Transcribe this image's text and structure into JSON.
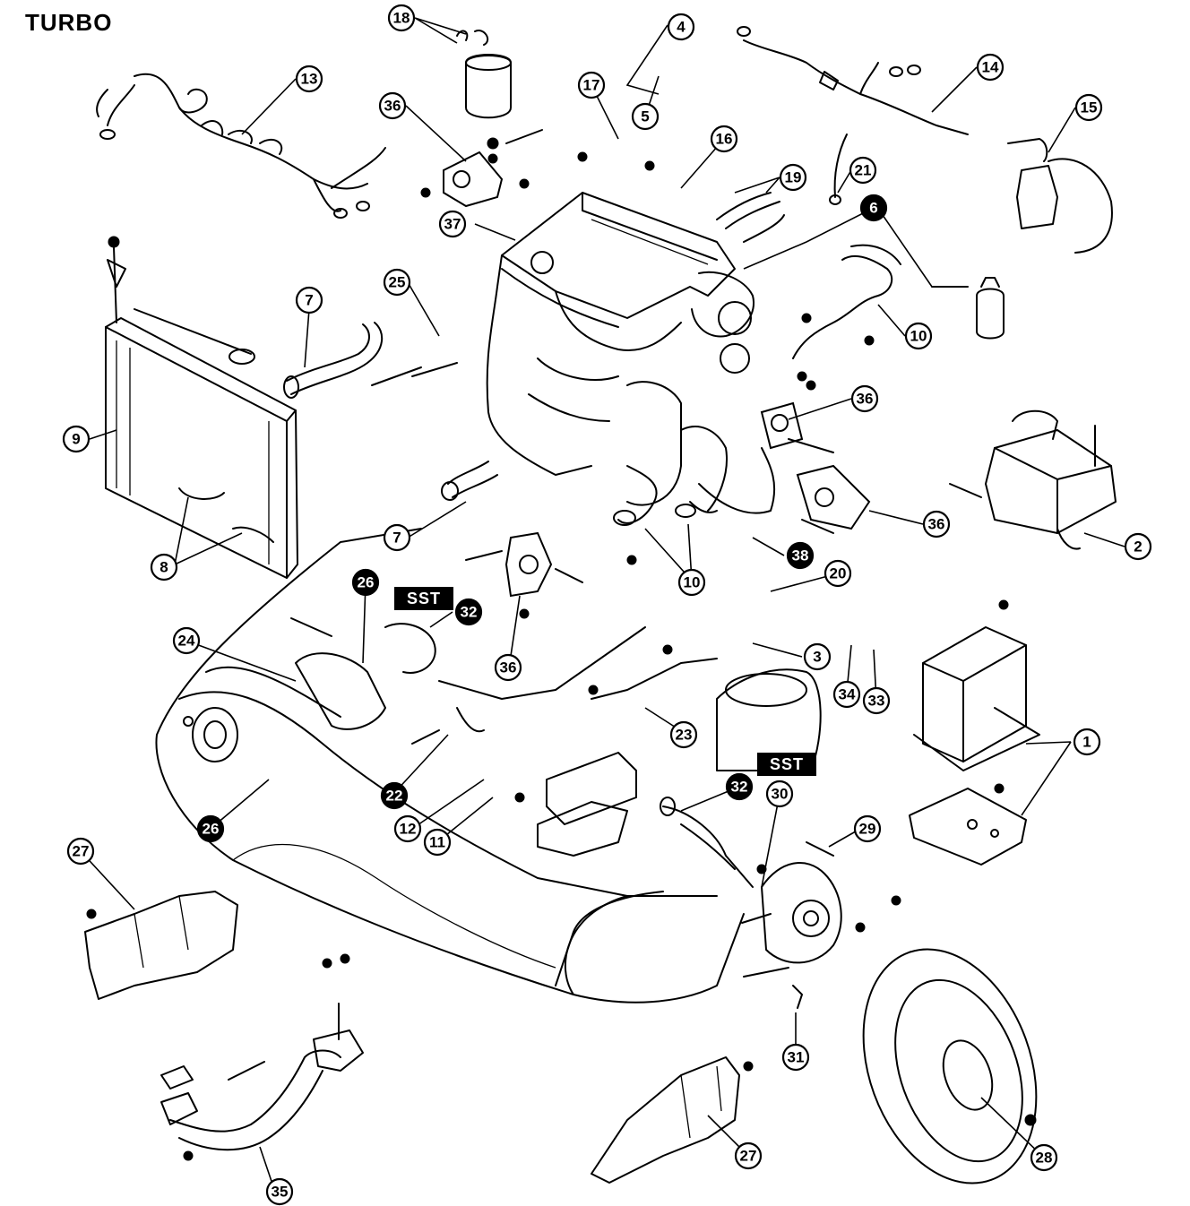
{
  "header": {
    "title": "TURBO"
  },
  "sst_labels": [
    "SST",
    "SST"
  ],
  "callouts": [
    {
      "label": "18",
      "filled": false
    },
    {
      "label": "4",
      "filled": false
    },
    {
      "label": "13",
      "filled": false
    },
    {
      "label": "14",
      "filled": false
    },
    {
      "label": "15",
      "filled": false
    },
    {
      "label": "36",
      "filled": false
    },
    {
      "label": "17",
      "filled": false
    },
    {
      "label": "5",
      "filled": false
    },
    {
      "label": "16",
      "filled": false
    },
    {
      "label": "19",
      "filled": false
    },
    {
      "label": "21",
      "filled": false
    },
    {
      "label": "6",
      "filled": true
    },
    {
      "label": "37",
      "filled": false
    },
    {
      "label": "25",
      "filled": false
    },
    {
      "label": "7",
      "filled": false
    },
    {
      "label": "10",
      "filled": false
    },
    {
      "label": "9",
      "filled": false
    },
    {
      "label": "36",
      "filled": false
    },
    {
      "label": "2",
      "filled": false
    },
    {
      "label": "7",
      "filled": false
    },
    {
      "label": "36",
      "filled": false
    },
    {
      "label": "8",
      "filled": false
    },
    {
      "label": "10",
      "filled": false
    },
    {
      "label": "38",
      "filled": true
    },
    {
      "label": "20",
      "filled": false
    },
    {
      "label": "26",
      "filled": true
    },
    {
      "label": "32",
      "filled": true
    },
    {
      "label": "36",
      "filled": false
    },
    {
      "label": "24",
      "filled": false
    },
    {
      "label": "3",
      "filled": false
    },
    {
      "label": "34",
      "filled": false
    },
    {
      "label": "33",
      "filled": false
    },
    {
      "label": "1",
      "filled": false
    },
    {
      "label": "23",
      "filled": false
    },
    {
      "label": "22",
      "filled": true
    },
    {
      "label": "12",
      "filled": false
    },
    {
      "label": "32",
      "filled": true
    },
    {
      "label": "30",
      "filled": false
    },
    {
      "label": "29",
      "filled": false
    },
    {
      "label": "11",
      "filled": false
    },
    {
      "label": "27",
      "filled": false
    },
    {
      "label": "26",
      "filled": true
    },
    {
      "label": "31",
      "filled": false
    },
    {
      "label": "27",
      "filled": false
    },
    {
      "label": "35",
      "filled": false
    },
    {
      "label": "28",
      "filled": false
    }
  ]
}
